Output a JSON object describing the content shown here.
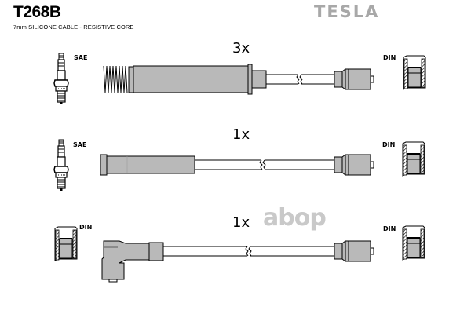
{
  "header": {
    "part_code": "T268B",
    "description": "7mm SILICONE CABLE - RESISTIVE CORE",
    "brand": "TESLA"
  },
  "watermark": "abop",
  "colors": {
    "boot_fill": "#b9b9b9",
    "outline": "#000000",
    "brand_grey": "#a8a8a8",
    "watermark_grey": "#c9c9c9"
  },
  "leads": [
    {
      "quantity": "3x",
      "left_label": "SAE",
      "right_label": "DIN",
      "left_icon": "spark-plug-icon",
      "right_icon": "din-terminal-icon"
    },
    {
      "quantity": "1x",
      "left_label": "SAE",
      "right_label": "DIN",
      "left_icon": "spark-plug-icon",
      "right_icon": "din-terminal-icon"
    },
    {
      "quantity": "1x",
      "left_label": "DIN",
      "right_label": "DIN",
      "left_icon": "din-terminal-icon",
      "right_icon": "din-terminal-icon"
    }
  ]
}
